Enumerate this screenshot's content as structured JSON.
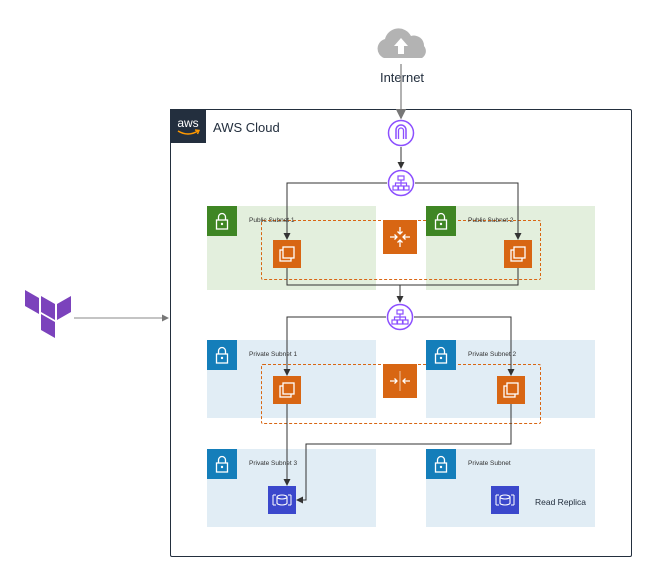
{
  "internet": {
    "label": "Internet"
  },
  "aws_cloud": {
    "title": "AWS Cloud",
    "logo_text": "aws"
  },
  "subnets": {
    "public_1": "Public Subnet 1",
    "public_2": "Public Subnet 2",
    "private_1": "Private Subnet 1",
    "private_2": "Private Subnet 2",
    "private_3": "Private Subnet 3",
    "private_replica": "Private Subnet"
  },
  "replica": {
    "label": "Read Replica"
  },
  "colors": {
    "public_subnet_bg": "#e3efdd",
    "private_subnet_bg": "#e1edf5",
    "public_lock": "#3f8624",
    "private_lock": "#147eba",
    "compute_orange": "#d86613",
    "network_purple": "#8c4fff",
    "database_blue": "#3b48cc",
    "terraform_purple": "#7b42bc"
  },
  "icons": [
    "cloud-upload-icon",
    "internet-gateway-icon",
    "load-balancer-icon",
    "ec2-instance-icon",
    "auto-scaling-icon",
    "rds-database-icon",
    "lock-icon",
    "terraform-logo-icon"
  ]
}
